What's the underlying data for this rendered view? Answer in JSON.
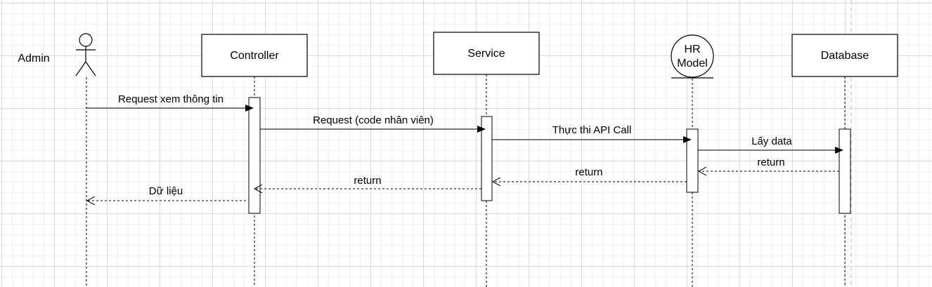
{
  "actor": {
    "name": "Admin"
  },
  "participants": {
    "controller": "Controller",
    "service": "Service",
    "hr_model_line1": "HR",
    "hr_model_line2": "Model",
    "database": "Database"
  },
  "messages": {
    "m1": "Request xem thông tin",
    "m2": "Request (code nhân viên)",
    "m3": "Thực thi API Call",
    "m4": "Lấy data",
    "m5": "return",
    "m6": "return",
    "m7": "return",
    "m8": "Dữ liệu"
  }
}
